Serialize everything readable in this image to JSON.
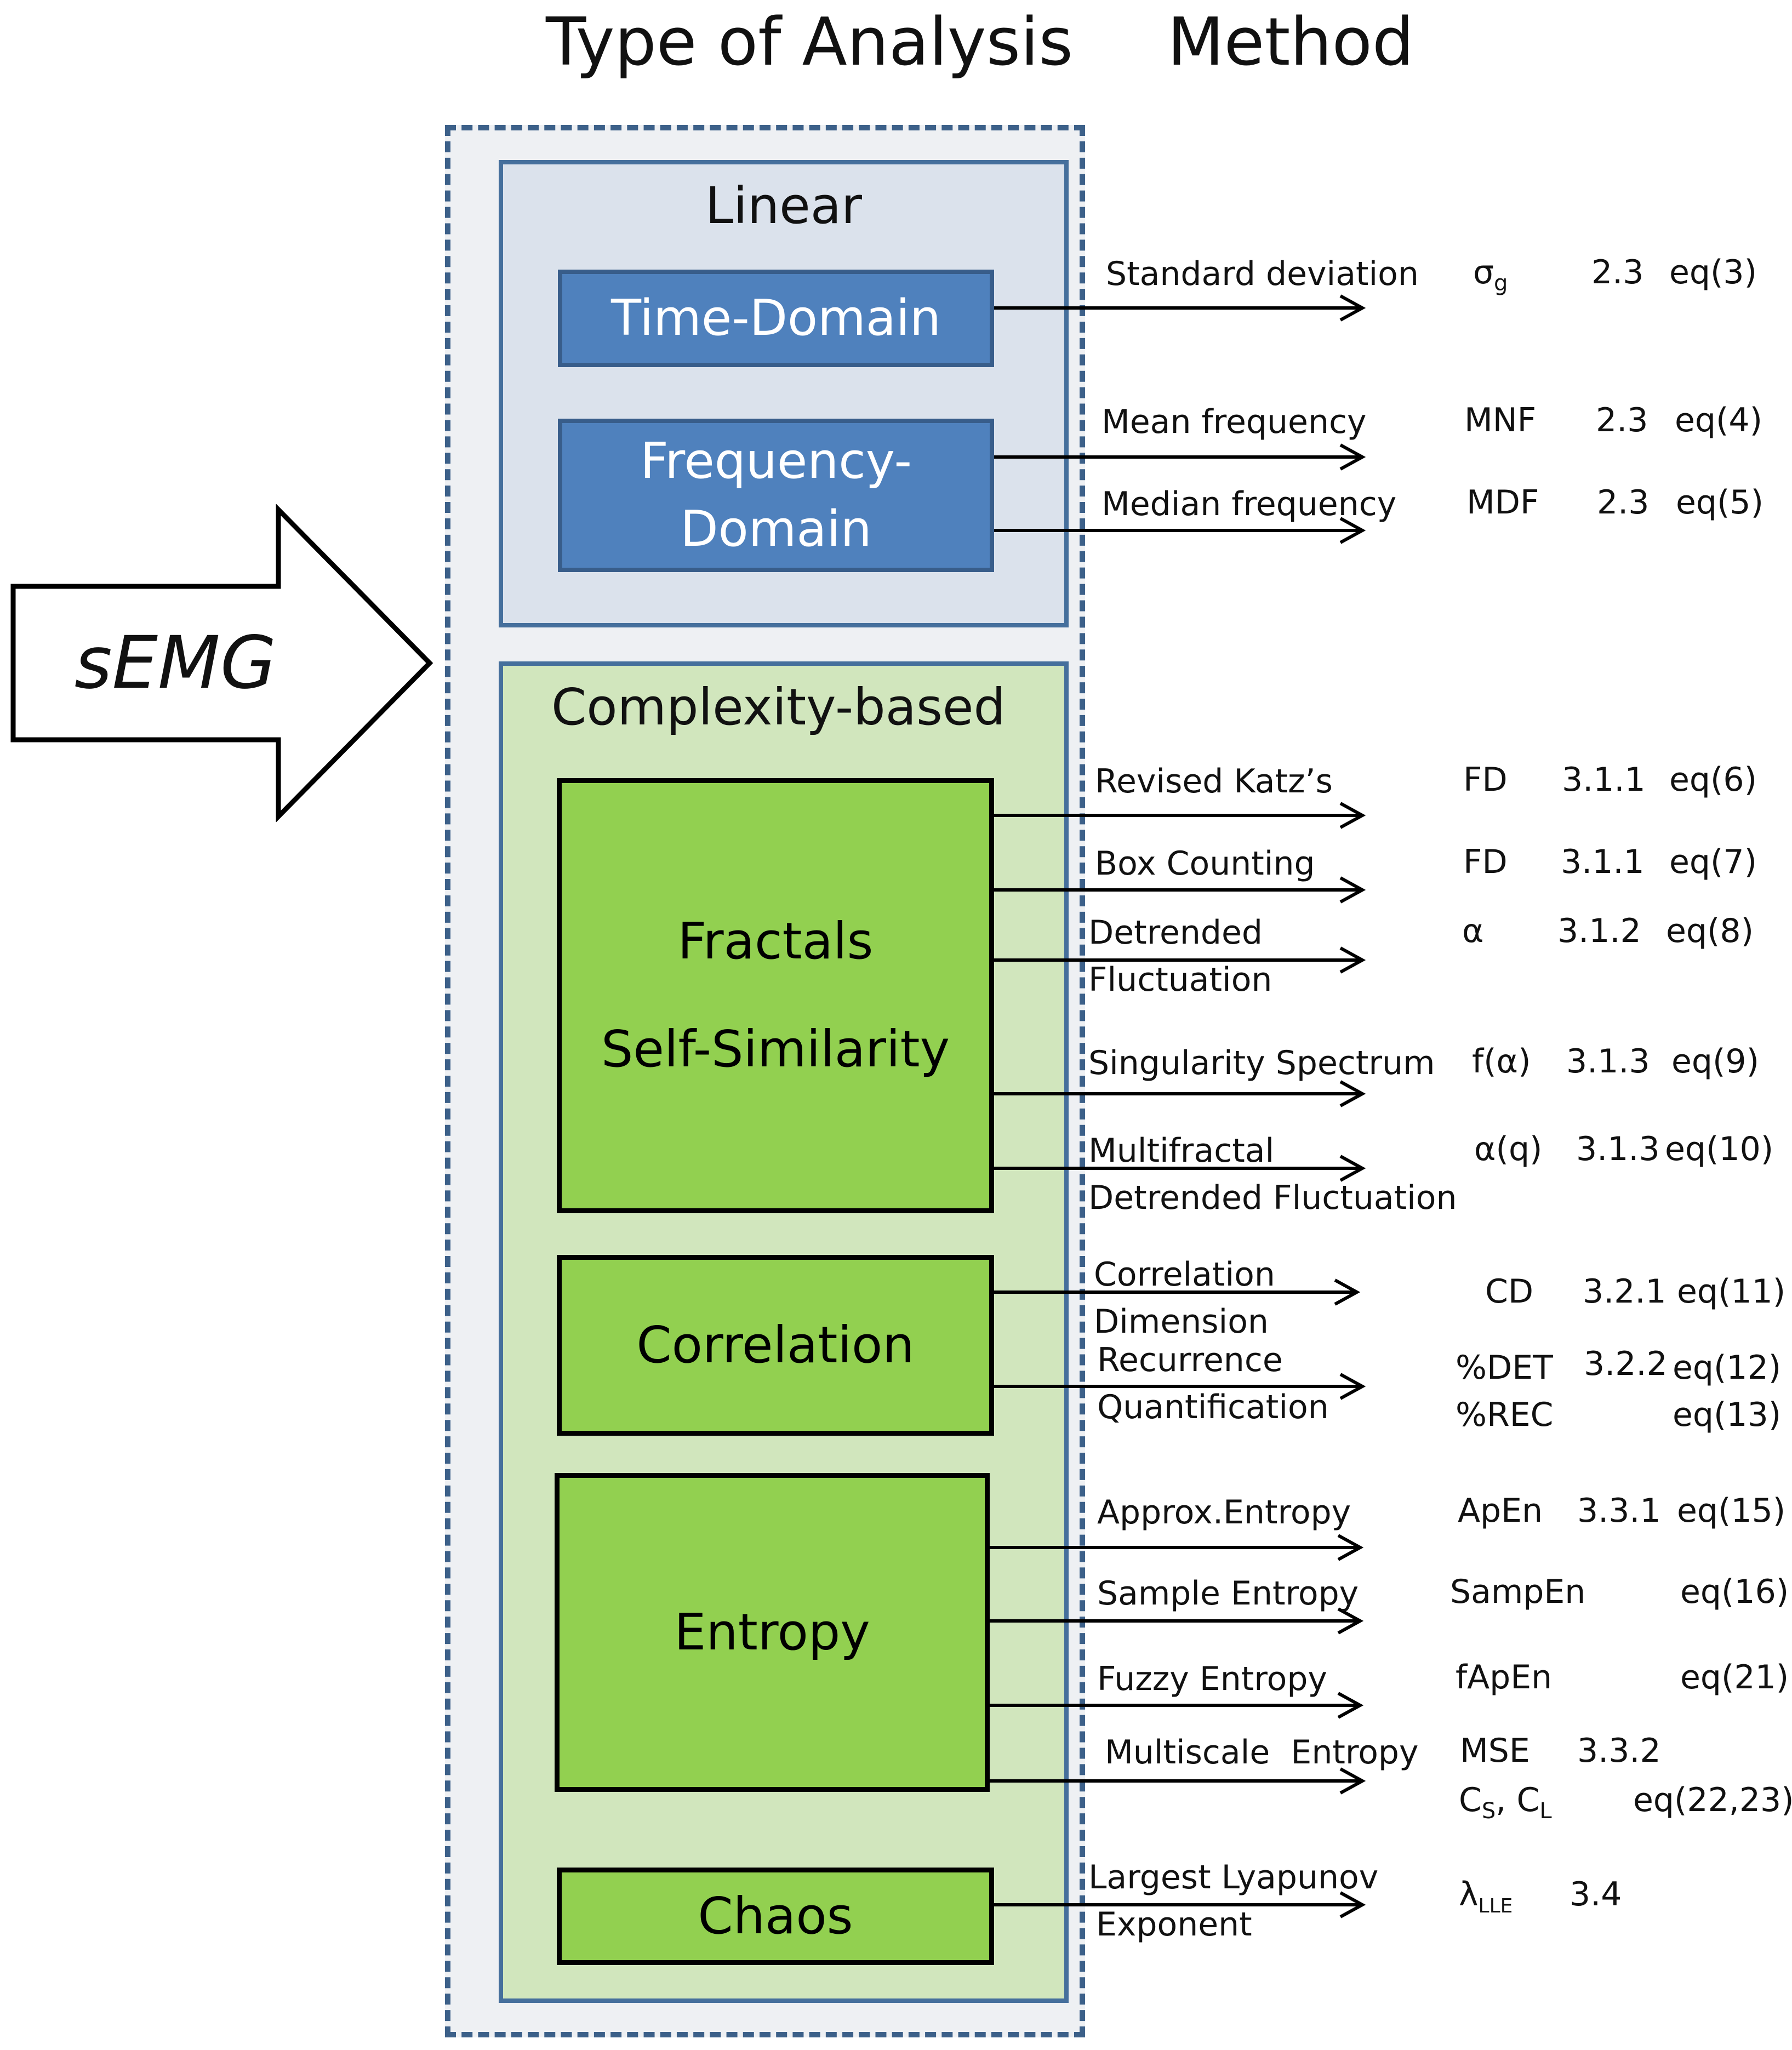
{
  "headers": {
    "type_of_analysis": "Type of Analysis",
    "method": "Method"
  },
  "input": {
    "label": "sEMG"
  },
  "groups": {
    "linear": {
      "title": "Linear"
    },
    "complexity": {
      "title": "Complexity-based"
    }
  },
  "boxes": {
    "time_domain": "Time-Domain",
    "frequency_domain": [
      "Frequency-",
      "Domain"
    ],
    "fractals": [
      "Fractals",
      "Self-Similarity"
    ],
    "correlation": "Correlation",
    "entropy": "Entropy",
    "chaos": "Chaos"
  },
  "methods": {
    "std": {
      "lines": [
        "Standard deviation"
      ],
      "symbol": "σ",
      "symbol_sub": "g",
      "section": "2.3",
      "eq": "eq(3)"
    },
    "mnf": {
      "lines": [
        "Mean frequency"
      ],
      "symbol": "MNF",
      "section": "2.3",
      "eq": "eq(4)"
    },
    "mdf": {
      "lines": [
        "Median frequency"
      ],
      "symbol": "MDF",
      "section": "2.3",
      "eq": "eq(5)"
    },
    "katz": {
      "lines": [
        "Revised Katz’s"
      ],
      "symbol": "FD",
      "section": "3.1.1",
      "eq": "eq(6)"
    },
    "box": {
      "lines": [
        "Box Counting"
      ],
      "symbol": "FD",
      "section": "3.1.1",
      "eq": "eq(7)"
    },
    "dfa": {
      "lines": [
        "Detrended",
        "Fluctuation"
      ],
      "symbol": "α",
      "section": "3.1.2",
      "eq": "eq(8)"
    },
    "singularity": {
      "lines": [
        "Singularity Spectrum"
      ],
      "symbol": "f(α)",
      "section": "3.1.3",
      "eq": "eq(9)"
    },
    "mfdfa": {
      "lines": [
        "Multifractal",
        "Detrended Fluctuation"
      ],
      "symbol": "α(q)",
      "section": "3.1.3",
      "eq": "eq(10)"
    },
    "cd": {
      "lines": [
        "Correlation",
        "Dimension"
      ],
      "symbol": "CD",
      "section": "3.2.1",
      "eq": "eq(11)"
    },
    "rqa": {
      "lines": [
        "Recurrence",
        "Quantification"
      ],
      "symbol": [
        "%DET",
        "%REC"
      ],
      "section": "3.2.2",
      "eq": [
        "eq(12)",
        "eq(13)"
      ]
    },
    "apen": {
      "lines": [
        "Approx.Entropy"
      ],
      "symbol": "ApEn",
      "section": "3.3.1",
      "eq": "eq(15)"
    },
    "sampen": {
      "lines": [
        "Sample Entropy"
      ],
      "symbol": "SampEn",
      "section": "",
      "eq": "eq(16)"
    },
    "fapen": {
      "lines": [
        "Fuzzy  Entropy"
      ],
      "symbol": "fApEn",
      "section": "",
      "eq": "eq(21)"
    },
    "mse": {
      "lines": [
        "Multiscale  Entropy"
      ],
      "symbol": "MSE",
      "symbol2": {
        "c": "C",
        "s": "S",
        "sep": ", ",
        "l": "L"
      },
      "section": "3.3.2",
      "eq": "eq(22,23)"
    },
    "lle": {
      "lines": [
        "Largest Lyapunov",
        "Exponent"
      ],
      "symbol": "λ",
      "symbol_sub": "LLE",
      "section": "3.4",
      "eq": ""
    }
  },
  "colors": {
    "outer_border": "#3c6089",
    "linear_fill": "#dbe2ec",
    "complex_fill": "#d1e6bd",
    "blue_box": "#4f81bd",
    "green_box": "#92d050"
  }
}
